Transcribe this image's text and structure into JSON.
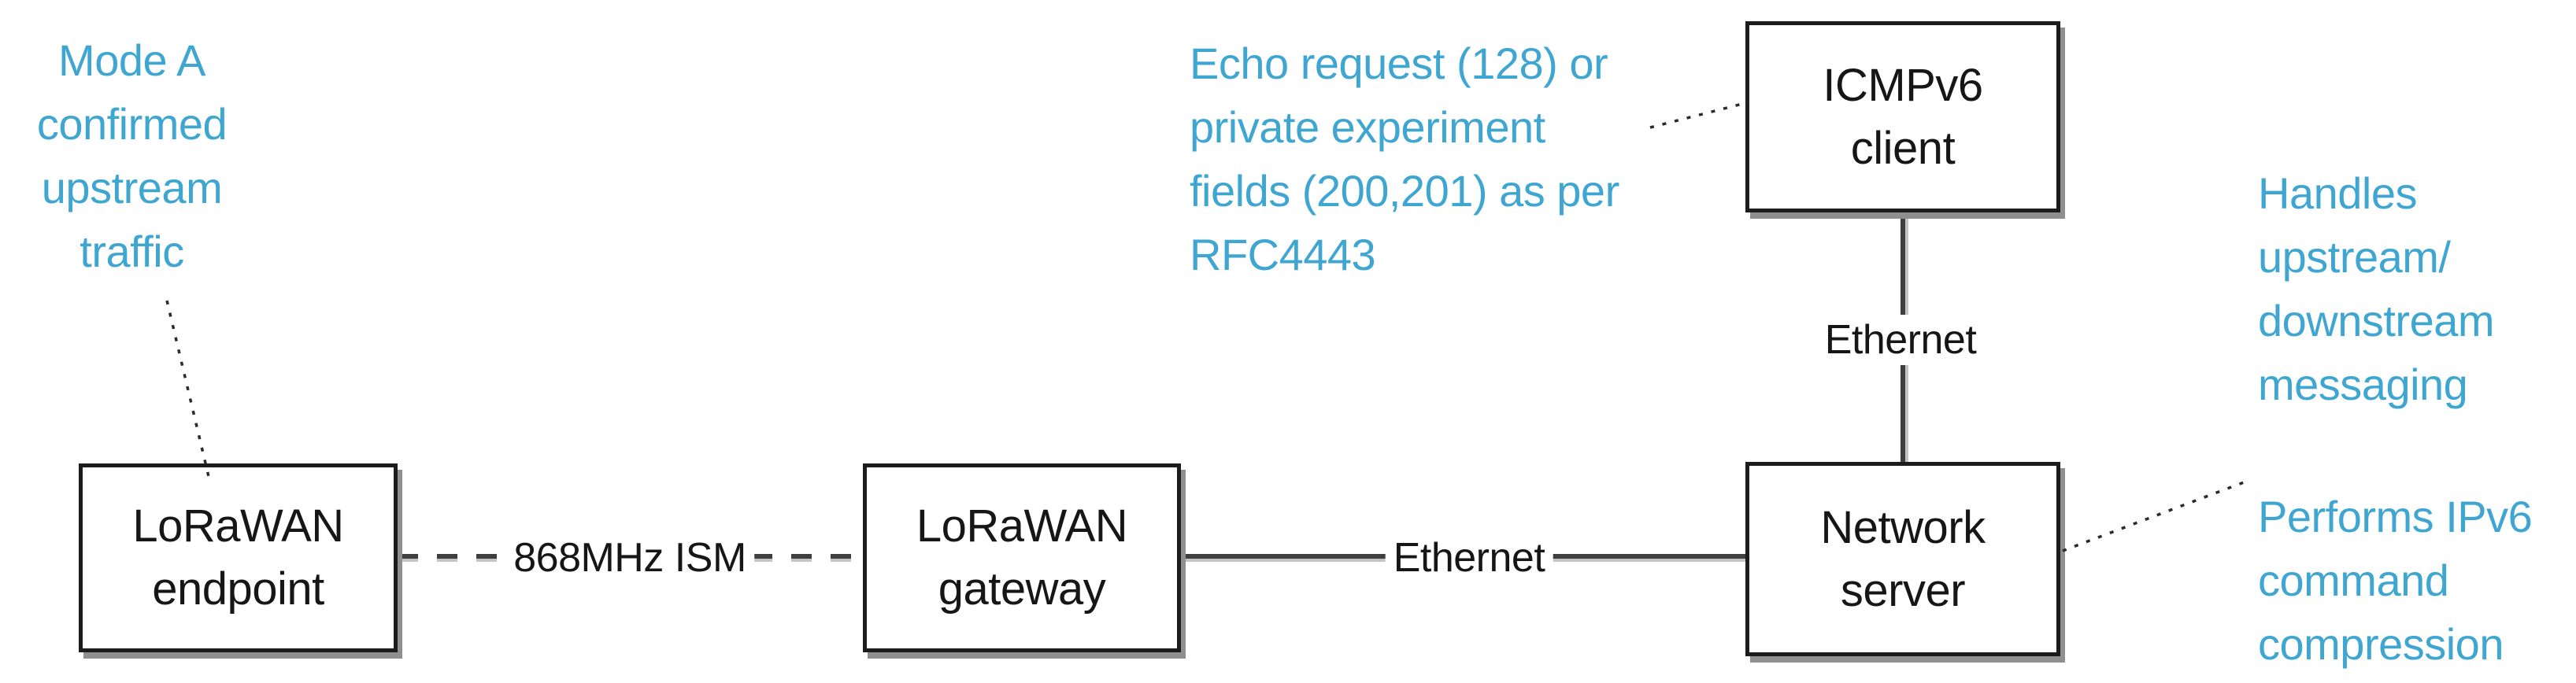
{
  "nodes": {
    "endpoint": {
      "label": "LoRaWAN\nendpoint"
    },
    "gateway": {
      "label": "LoRaWAN\ngateway"
    },
    "server": {
      "label": "Network\nserver"
    },
    "icmpv6": {
      "label": "ICMPv6\nclient"
    }
  },
  "links": {
    "radio": {
      "label": "868MHz ISM",
      "style": "dashed"
    },
    "gateway_server": {
      "label": "Ethernet",
      "style": "solid"
    },
    "client_server": {
      "label": "Ethernet",
      "style": "solid"
    }
  },
  "annotations": {
    "mode_a": {
      "text": "Mode A\nconfirmed\nupstream\ntraffic"
    },
    "echo": {
      "text": "Echo request (128) or\nprivate experiment\nfields (200,201) as per\nRFC4443"
    },
    "handles": {
      "text": "Handles\nupstream/\ndownstream\nmessaging"
    },
    "performs": {
      "text": "Performs IPv6\ncommand\ncompression"
    }
  },
  "colors": {
    "annotation_blue": "#3FA6D2",
    "line_gray": "#3F3F3F",
    "box_border": "#1C1C1C",
    "box_shadow": "#8F8F8F"
  }
}
